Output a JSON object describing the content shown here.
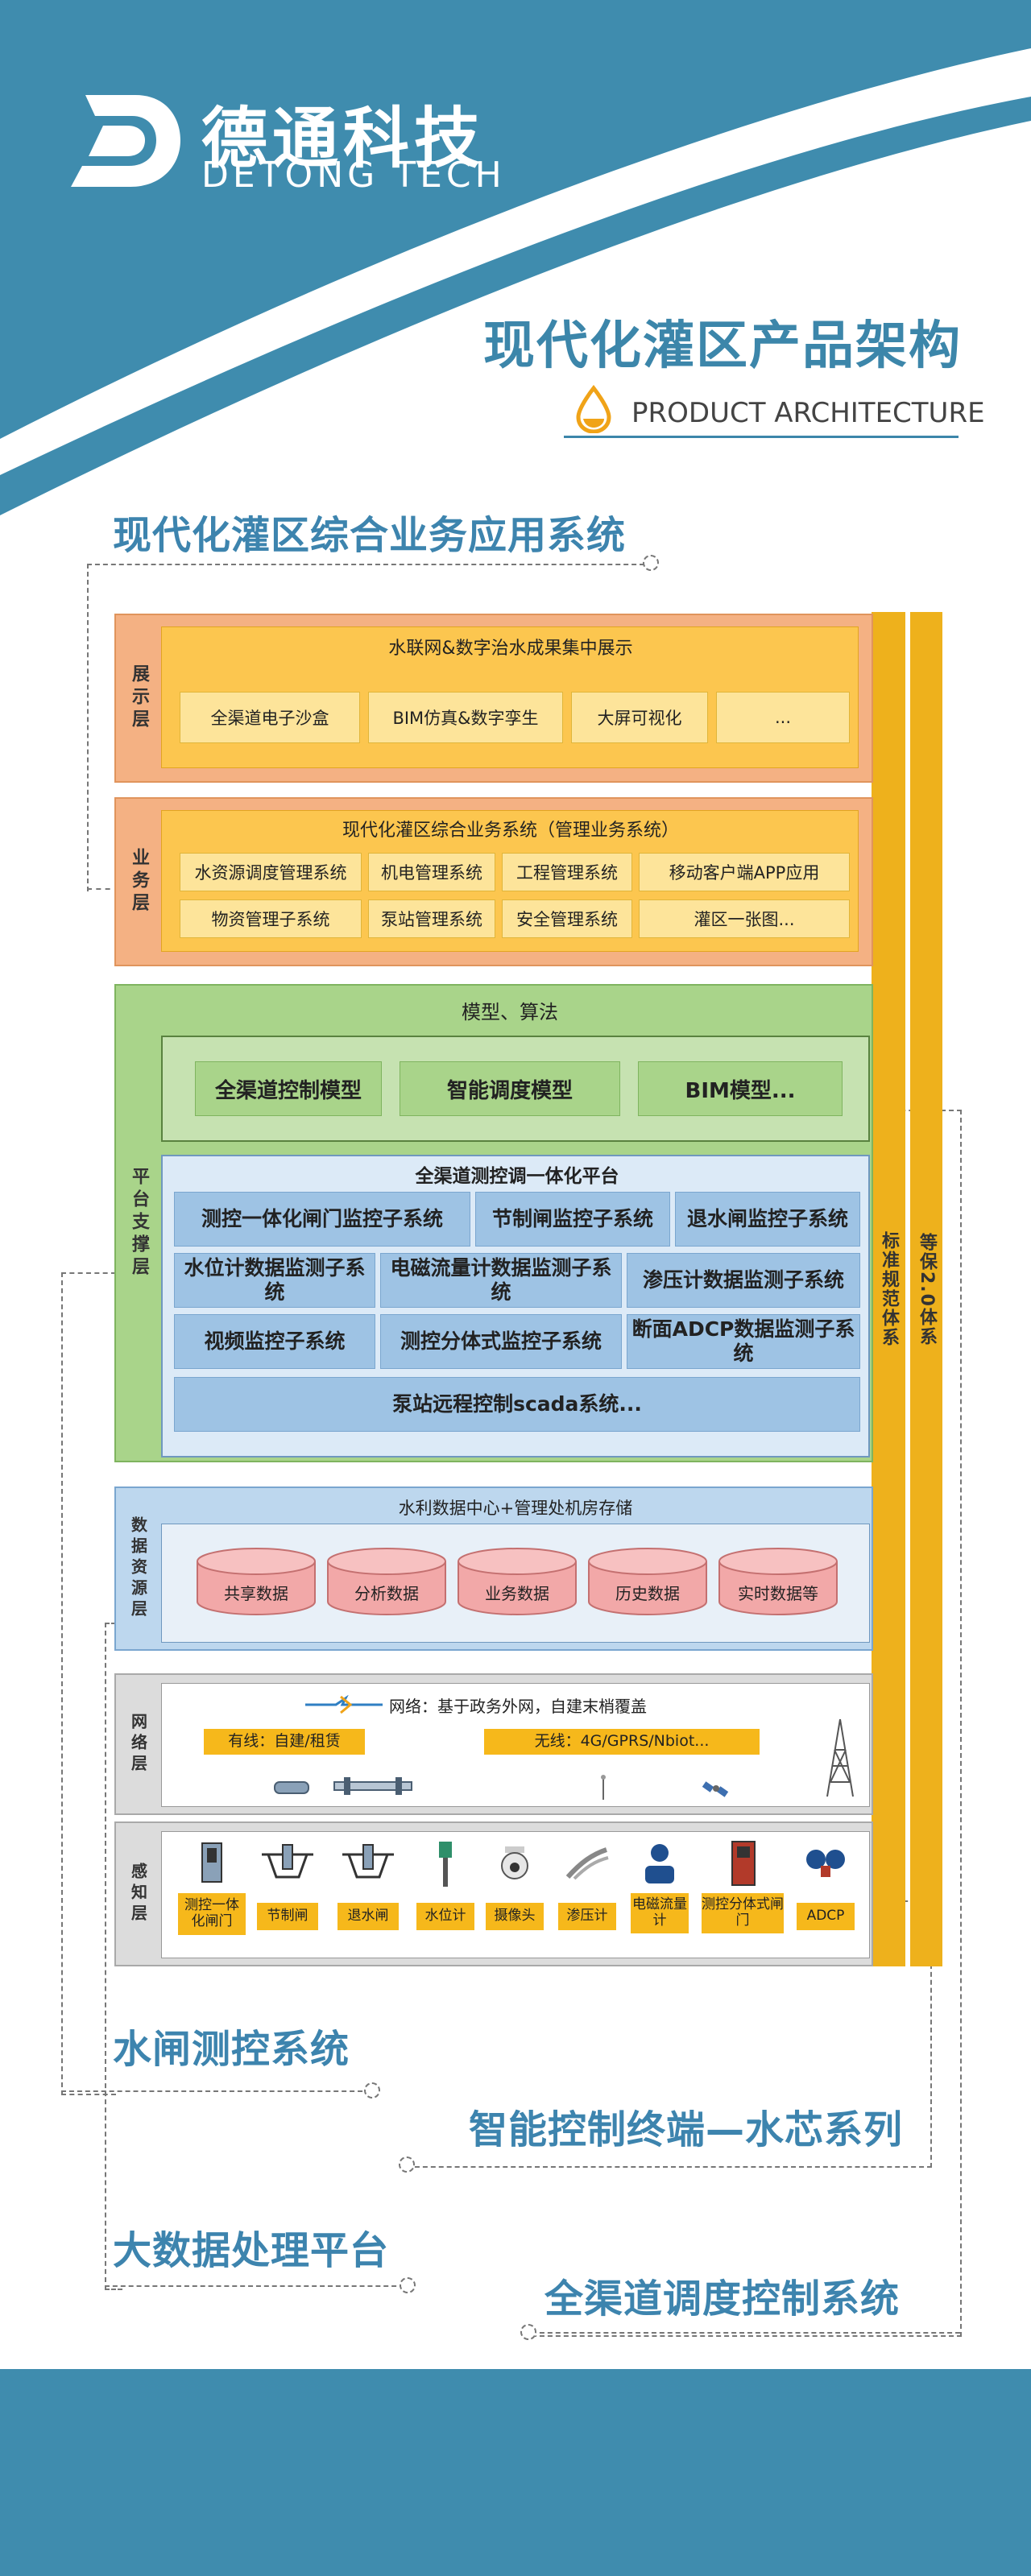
{
  "header": {
    "logo_cn": "德通科技",
    "logo_en": "DETONG TECH",
    "title": "现代化灌区产品架构",
    "subtitle": "PRODUCT ARCHITECTURE"
  },
  "sections": {
    "app_system": "现代化灌区综合业务应用系统",
    "gate_system": "水闸测控系统",
    "terminal": "智能控制终端—水芯系列",
    "bigdata": "大数据处理平台",
    "canal_control": "全渠道调度控制系统"
  },
  "display_layer": {
    "label": "展示层",
    "header": "水联网&数字治水成果集中展示",
    "items": [
      "全渠道电子沙盒",
      "BIM仿真&数字孪生",
      "大屏可视化",
      "..."
    ]
  },
  "business_layer": {
    "label": "业务层",
    "header": "现代化灌区综合业务系统（管理业务系统）",
    "row1": [
      "水资源调度管理系统",
      "机电管理系统",
      "工程管理系统",
      "移动客户端APP应用"
    ],
    "row2": [
      "物资管理子系统",
      "泵站管理系统",
      "安全管理系统",
      "灌区一张图..."
    ]
  },
  "platform_layer": {
    "label": "平台支撑层",
    "model_header": "模型、算法",
    "models": [
      "全渠道控制模型",
      "智能调度模型",
      "BIM模型..."
    ],
    "platform_header": "全渠道测控调一体化平台",
    "row1": [
      "测控一体化闸门监控子系统",
      "节制闸监控子系统",
      "退水闸监控子系统"
    ],
    "row2": [
      "水位计数据监测子系统",
      "电磁流量计数据监测子系统",
      "渗压计数据监测子系统"
    ],
    "row3": [
      "视频监控子系统",
      "测控分体式监控子系统",
      "断面ADCP数据监测子系统"
    ],
    "row4": "泵站远程控制scada系统..."
  },
  "data_layer": {
    "label": "数据资源层",
    "header": "水利数据中心+管理处机房存储",
    "dbs": [
      "共享数据",
      "分析数据",
      "业务数据",
      "历史数据",
      "实时数据等"
    ]
  },
  "network_layer": {
    "label": "网络层",
    "header": "网络：基于政务外网，自建末梢覆盖",
    "wired": "有线：自建/租赁",
    "wireless": "无线：4G/GPRS/Nbiot..."
  },
  "sensing_layer": {
    "label": "感知层",
    "devices": [
      "测控一体化闸门",
      "节制闸",
      "退水闸",
      "水位计",
      "摄像头",
      "渗压计",
      "电磁流量计",
      "测控分体式闸门",
      "ADCP"
    ]
  },
  "side_bars": {
    "standard": "标准规范体系",
    "security": "等保2.0体系"
  },
  "colors": {
    "brand_blue": "#3f8cae",
    "orange_layer": "#f4b183",
    "green_layer": "#a9d48a",
    "blue_layer": "#bdd7ee",
    "gold": "#eeb11c"
  }
}
